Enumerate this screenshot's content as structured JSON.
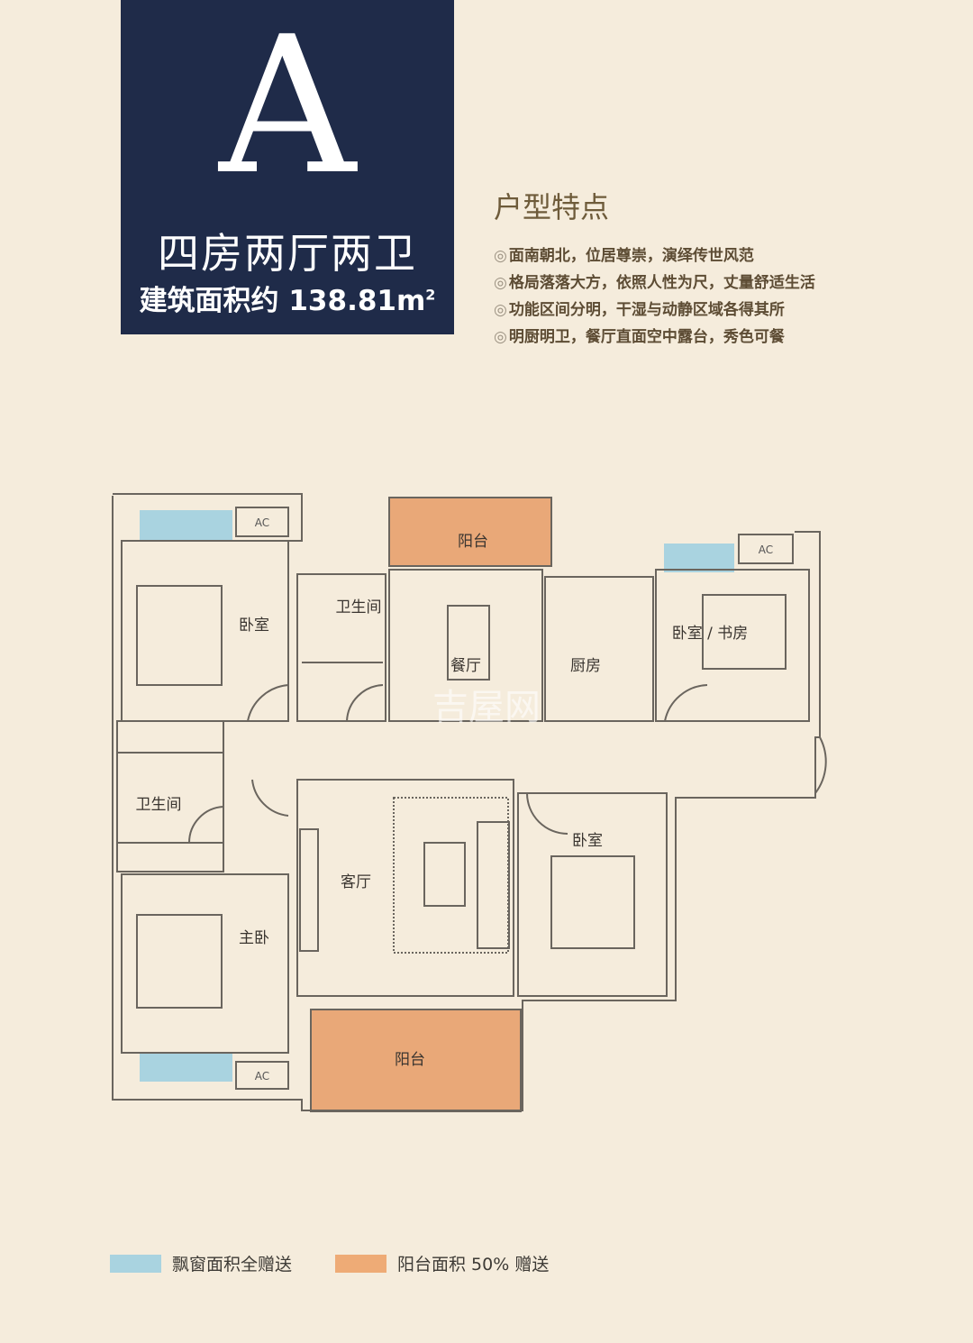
{
  "header": {
    "unit_type": "A",
    "layout": "四房两厅两卫",
    "area_label": "建筑面积约 138.81m",
    "area_superscript": "2"
  },
  "features": {
    "title": "户型特点",
    "bullet": "◎",
    "items": [
      "面南朝北，位居尊崇，演绎传世风范",
      "格局落落大方，依照人性为尺，丈量舒适生活",
      "功能区间分明，干湿与动静区域各得其所",
      "明厨明卫，餐厅直面空中露台，秀色可餐"
    ]
  },
  "plan": {
    "rooms": {
      "bedroom_nw": "卧室",
      "bathroom_1": "卫生间",
      "balcony_north": "阳台",
      "dining": "餐厅",
      "kitchen": "厨房",
      "bedroom_study": "卧室 / 书房",
      "bathroom_2": "卫生间",
      "living": "客厅",
      "bedroom_se": "卧室",
      "master_bedroom": "主卧",
      "balcony_south": "阳台"
    },
    "ac_label": "AC",
    "watermark": "吉屋网"
  },
  "colors": {
    "header_bg": "#1f2b49",
    "bay_window": "#a9d3e0",
    "balcony": "#e9a878",
    "wall": "#6a655e"
  },
  "legend": [
    {
      "label": "飘窗面积全赠送",
      "color": "#a9d3e0"
    },
    {
      "label": "阳台面积 50% 赠送",
      "color": "#eeab76"
    }
  ]
}
